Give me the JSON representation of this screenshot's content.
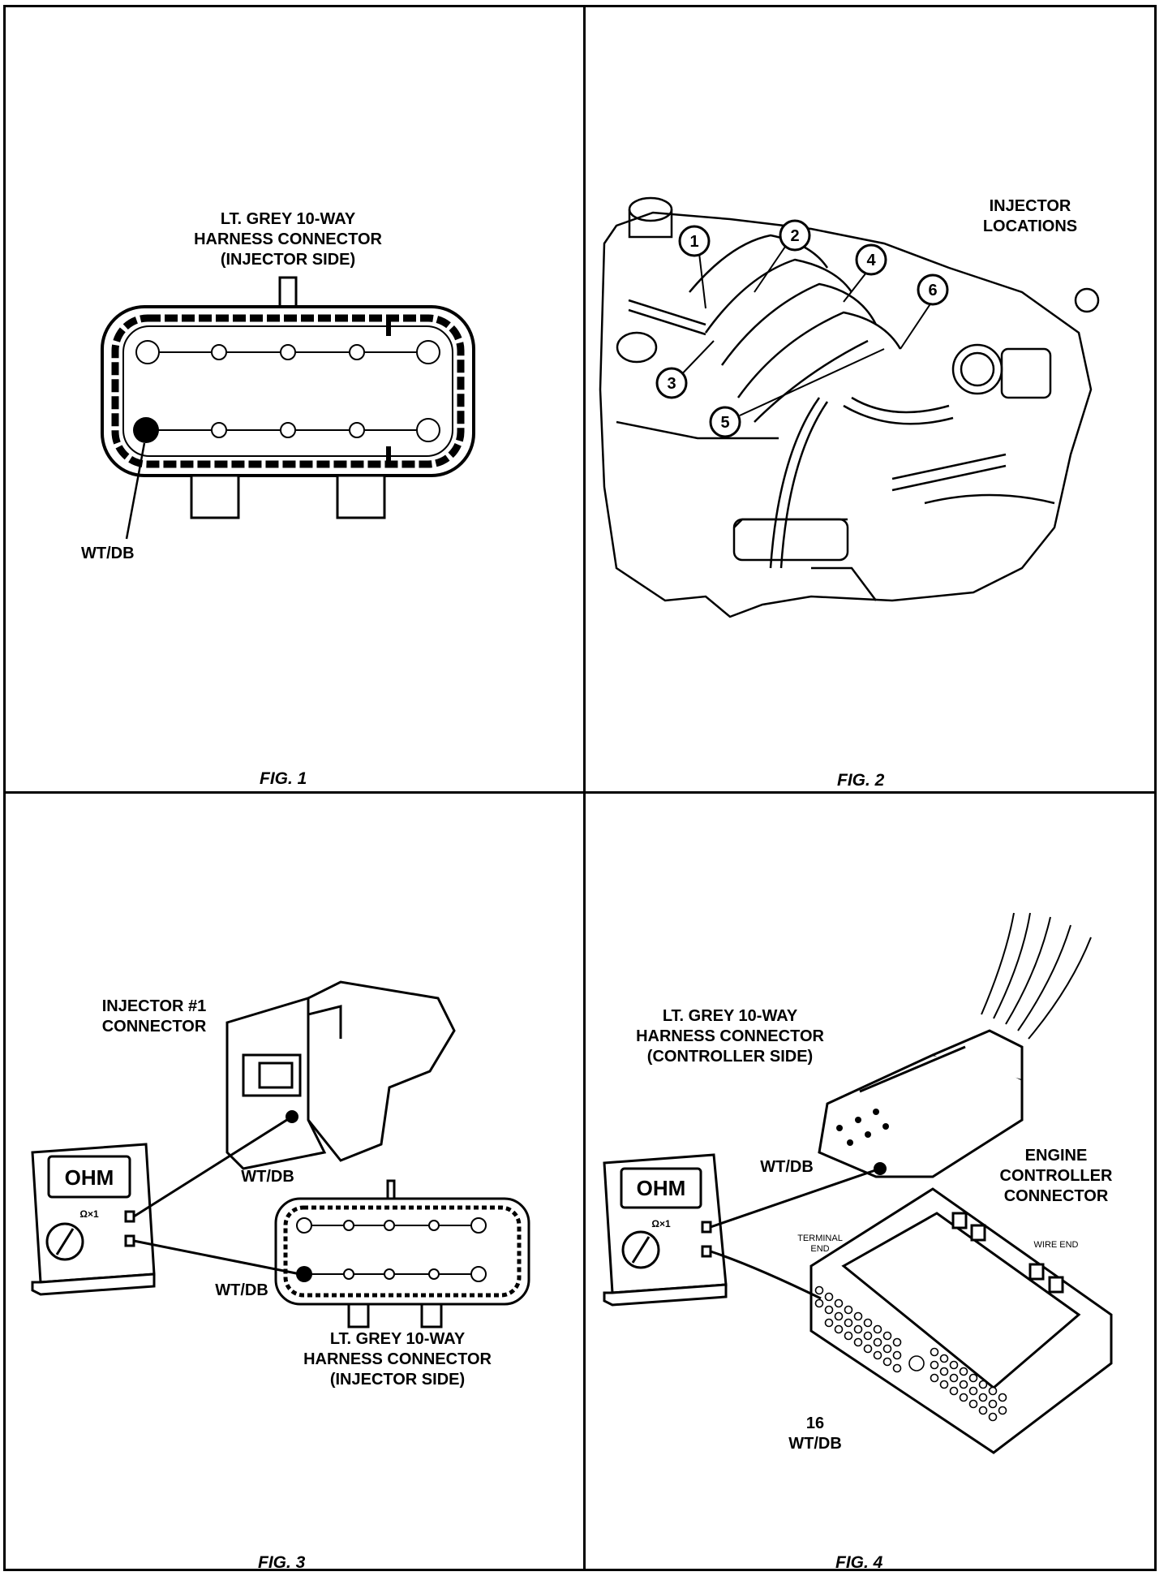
{
  "figures": {
    "fig1": {
      "caption": "FIG. 1",
      "title": "LT. GREY 10-WAY\nHARNESS CONNECTOR\n(INJECTOR SIDE)",
      "wire_label": "WT/DB"
    },
    "fig2": {
      "caption": "FIG. 2",
      "title": "INJECTOR\nLOCATIONS",
      "callouts": [
        "1",
        "2",
        "3",
        "4",
        "5",
        "6"
      ]
    },
    "fig3": {
      "caption": "FIG. 3",
      "injector_label": "INJECTOR #1\nCONNECTOR",
      "wire_label_top": "WT/DB",
      "wire_label_bottom": "WT/DB",
      "harness_label": "LT. GREY 10-WAY\nHARNESS CONNECTOR\n(INJECTOR SIDE)",
      "meter_display": "OHM",
      "meter_range": "Ω×1"
    },
    "fig4": {
      "caption": "FIG. 4",
      "harness_label": "LT. GREY 10-WAY\nHARNESS CONNECTOR\n(CONTROLLER SIDE)",
      "wire_label": "WT/DB",
      "ecc_label": "ENGINE\nCONTROLLER\nCONNECTOR",
      "terminal_end": "TERMINAL\nEND",
      "wire_end": "WIRE END",
      "pin_label": "16\nWT/DB",
      "meter_display": "OHM",
      "meter_range": "Ω×1"
    }
  },
  "colors": {
    "ink": "#000000",
    "paper": "#ffffff"
  }
}
